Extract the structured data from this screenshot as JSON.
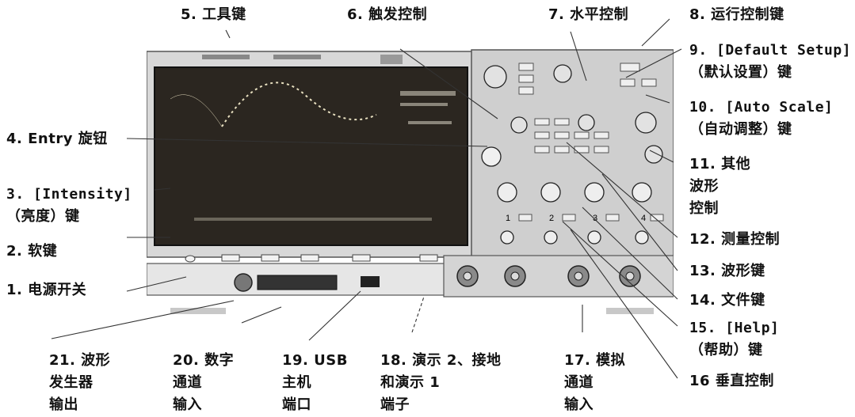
{
  "diagram": {
    "labels": [
      {
        "id": "l5",
        "text": "5. 工具键"
      },
      {
        "id": "l6",
        "text": "6. 触发控制"
      },
      {
        "id": "l7",
        "text": "7. 水平控制"
      },
      {
        "id": "l8",
        "text": "8. 运行控制键"
      },
      {
        "id": "l9a",
        "text": "9. [Default Setup]"
      },
      {
        "id": "l9b",
        "text": "（默认设置）键"
      },
      {
        "id": "l10a",
        "text": "10. [Auto Scale]"
      },
      {
        "id": "l10b",
        "text": "（自动调整）键"
      },
      {
        "id": "l11a",
        "text": "11. 其他"
      },
      {
        "id": "l11b",
        "text": "波形"
      },
      {
        "id": "l11c",
        "text": "控制"
      },
      {
        "id": "l12",
        "text": "12. 测量控制"
      },
      {
        "id": "l13",
        "text": "13. 波形键"
      },
      {
        "id": "l14",
        "text": "14. 文件键"
      },
      {
        "id": "l15a",
        "text": "15. [Help]"
      },
      {
        "id": "l15b",
        "text": "（帮助）键"
      },
      {
        "id": "l16",
        "text": "16 垂直控制"
      },
      {
        "id": "l4",
        "text": "4. Entry 旋钮"
      },
      {
        "id": "l3a",
        "text": "3. [Intensity]"
      },
      {
        "id": "l3b",
        "text": "（亮度）键"
      },
      {
        "id": "l2",
        "text": "2. 软键"
      },
      {
        "id": "l1",
        "text": "1. 电源开关"
      },
      {
        "id": "l21a",
        "text": "21. 波形"
      },
      {
        "id": "l21b",
        "text": "发生器"
      },
      {
        "id": "l21c",
        "text": "输出"
      },
      {
        "id": "l20a",
        "text": "20. 数字"
      },
      {
        "id": "l20b",
        "text": "通道"
      },
      {
        "id": "l20c",
        "text": "输入"
      },
      {
        "id": "l19a",
        "text": "19. USB"
      },
      {
        "id": "l19b",
        "text": "主机"
      },
      {
        "id": "l19c",
        "text": "端口"
      },
      {
        "id": "l18a",
        "text": "18. 演示 2、接地"
      },
      {
        "id": "l18b",
        "text": "和演示 1"
      },
      {
        "id": "l18c",
        "text": "端子"
      },
      {
        "id": "l17a",
        "text": "17. 模拟"
      },
      {
        "id": "l17b",
        "text": "通道"
      },
      {
        "id": "l17c",
        "text": "输入"
      }
    ],
    "channel_numbers": [
      "1",
      "2",
      "3",
      "4"
    ]
  }
}
